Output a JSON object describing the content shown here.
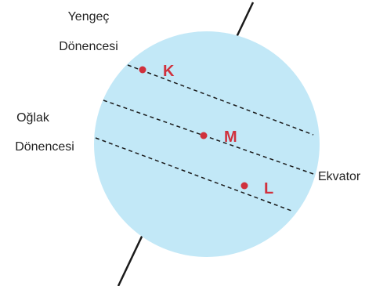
{
  "colors": {
    "globe_fill": "#c2e8f7",
    "axis": "#1a1a1a",
    "dashed_line": "#1a1a1a",
    "point": "#d0313d",
    "text": "#222222"
  },
  "labels": {
    "cancer_line1": "Yengeç",
    "cancer_line2": "Dönencesi",
    "capricorn_line1": "Oğlak",
    "capricorn_line2": "Dönencesi",
    "equator": "Ekvator"
  },
  "points": {
    "k": "K",
    "m": "M",
    "l": "L"
  }
}
